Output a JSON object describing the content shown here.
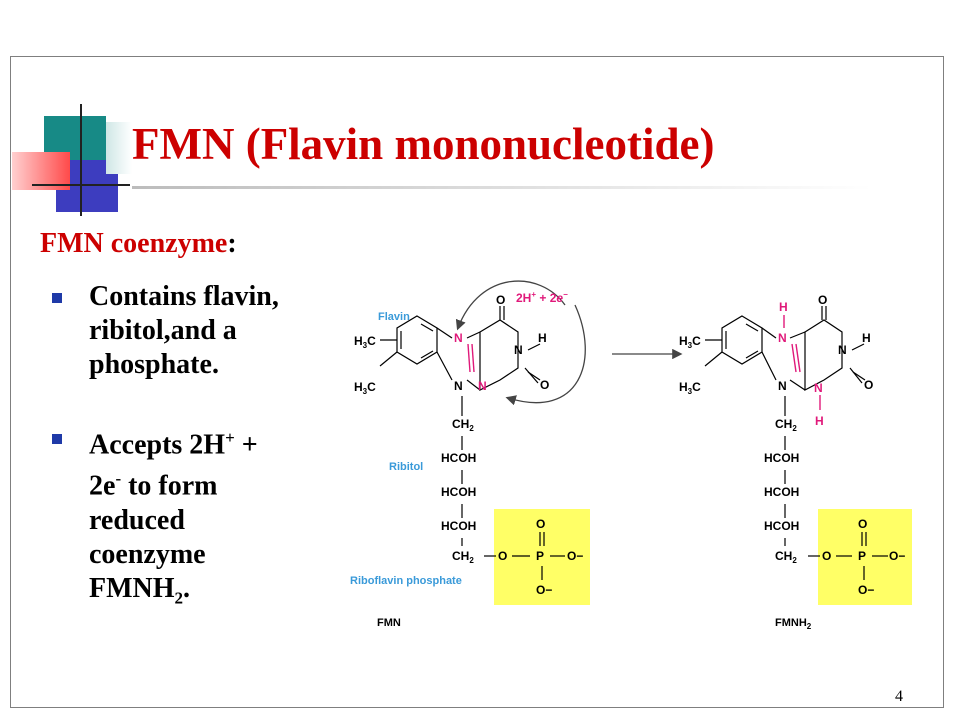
{
  "slide": {
    "title": "FMN (Flavin mononucleotide)",
    "subheading": "FMN coenzyme",
    "subheading_colon": ":",
    "bullets": [
      {
        "lines": [
          "Contains flavin,",
          "ribitol,and a",
          "phosphate."
        ]
      },
      {
        "line1_a": "Accepts 2H",
        "line1_sup": "+",
        "line1_b": " +",
        "line2_a": "2e",
        "line2_sup": "-",
        "line2_b": " to form",
        "line3": "reduced",
        "line4": "coenzyme",
        "line5_a": "FMNH",
        "line5_sub": "2",
        "line5_b": "."
      }
    ],
    "page_number": "4"
  },
  "figure": {
    "labels": {
      "flavin": "Flavin",
      "ribitol": "Ribitol",
      "riboflavin_phosphate": "Riboflavin phosphate",
      "fmn": "FMN",
      "fmnh2_a": "FMNH",
      "fmnh2_sub": "2",
      "reaction_a": "2H",
      "reaction_sup": "+",
      "reaction_b": " + 2",
      "reaction_e": "e",
      "reaction_esup": "−"
    },
    "atoms": {
      "h3c": "H",
      "h3c_sub": "3",
      "c": "C",
      "n": "N",
      "o": "O",
      "h": "H",
      "ch2": "CH",
      "ch2_sub": "2",
      "hcoh": "HCOH",
      "p": "P",
      "o_minus": "O−"
    },
    "colors": {
      "label_blue": "#3a9ad9",
      "highlight_pink": "#e0197a",
      "phosphate_box": "#ffff66",
      "title_red": "#cc0000"
    }
  }
}
